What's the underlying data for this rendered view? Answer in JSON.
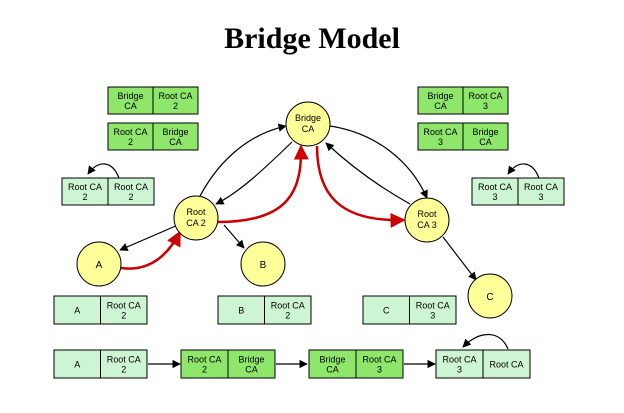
{
  "title": "Bridge Model",
  "colors": {
    "cert_strong": "#8ee66a",
    "cert_light": "#cdf5d3",
    "node_fill": "#ffff99",
    "edge": "#000000",
    "highlight_edge": "#cc0000"
  },
  "nodes": {
    "bridge": {
      "line1": "Bridge",
      "line2": "CA"
    },
    "root2": {
      "line1": "Root",
      "line2": "CA 2"
    },
    "root3": {
      "line1": "Root",
      "line2": "CA 3"
    },
    "a": {
      "line1": "A"
    },
    "b": {
      "line1": "B"
    },
    "c": {
      "line1": "C"
    }
  },
  "certs": {
    "bridge_to_root2": {
      "subject": [
        "Bridge",
        "CA"
      ],
      "issuer": [
        "Root CA",
        "2"
      ]
    },
    "root2_to_bridge": {
      "subject": [
        "Root CA",
        "2"
      ],
      "issuer": [
        "Bridge",
        "CA"
      ]
    },
    "root2_self": {
      "subject": [
        "Root CA",
        "2"
      ],
      "issuer": [
        "Root CA",
        "2"
      ]
    },
    "bridge_to_root3": {
      "subject": [
        "Bridge",
        "CA"
      ],
      "issuer": [
        "Root CA",
        "3"
      ]
    },
    "root3_to_bridge": {
      "subject": [
        "Root CA",
        "3"
      ],
      "issuer": [
        "Bridge",
        "CA"
      ]
    },
    "root3_self": {
      "subject": [
        "Root CA",
        "3"
      ],
      "issuer": [
        "Root CA",
        "3"
      ]
    },
    "a_cert": {
      "subject": [
        "A"
      ],
      "issuer": [
        "Root CA",
        "2"
      ]
    },
    "b_cert": {
      "subject": [
        "B"
      ],
      "issuer": [
        "Root CA",
        "2"
      ]
    },
    "c_cert": {
      "subject": [
        "C"
      ],
      "issuer": [
        "Root CA",
        "3"
      ]
    },
    "path_a": {
      "subject": [
        "A"
      ],
      "issuer": [
        "Root CA",
        "2"
      ]
    },
    "path_root2": {
      "subject": [
        "Root CA",
        "2"
      ],
      "issuer": [
        "Bridge",
        "CA"
      ]
    },
    "path_bridge": {
      "subject": [
        "Bridge",
        "CA"
      ],
      "issuer": [
        "Root CA",
        "3"
      ]
    },
    "path_root3": {
      "subject": [
        "Root CA",
        "3"
      ],
      "issuer": [
        "Root CA"
      ]
    }
  }
}
